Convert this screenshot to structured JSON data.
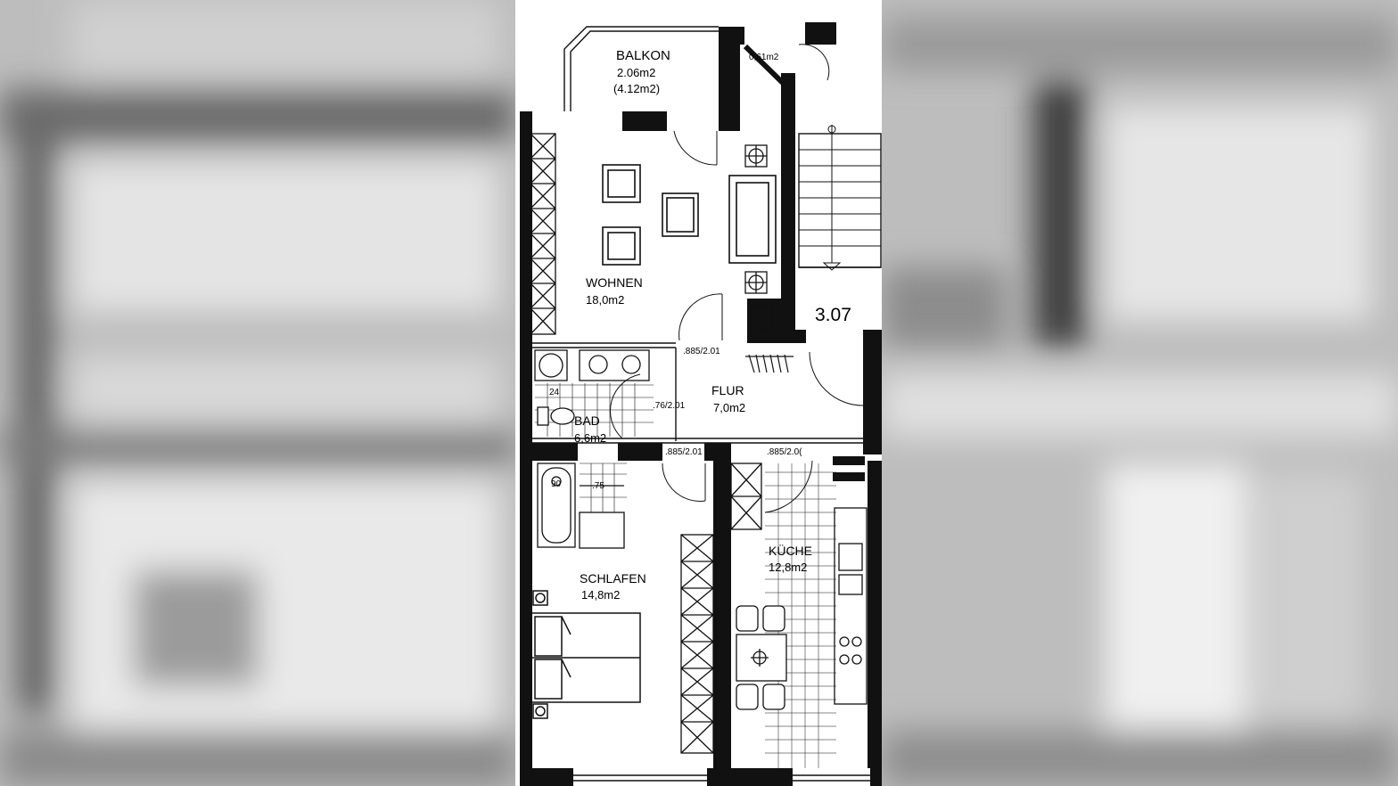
{
  "plan": {
    "unit_number": "3.07",
    "rooms": {
      "balkon": {
        "name": "BALKON",
        "area": "2.06m2",
        "area_alt": "(4.12m2)"
      },
      "wohnen": {
        "name": "WOHNEN",
        "area": "18,0m2"
      },
      "flur": {
        "name": "FLUR",
        "area": "7,0m2"
      },
      "bad": {
        "name": "BAD",
        "area": "6,6m2"
      },
      "schlafen": {
        "name": "SCHLAFEN",
        "area": "14,8m2"
      },
      "kueche": {
        "name": "KÜCHE",
        "area": "12,8m2"
      },
      "closet": {
        "area": "0,61m2"
      }
    },
    "doors": {
      "wohnen": ".885/2.01",
      "bad": ".76/2.01",
      "schlafen": ".885/2.01",
      "kueche": ".885/2.0("
    },
    "dims": {
      "wc": "24",
      "tub": "90",
      "shower": ".75"
    }
  },
  "colors": {
    "background_blur": "#b9b9b9",
    "paper": "#ffffff",
    "ink": "#111111"
  }
}
